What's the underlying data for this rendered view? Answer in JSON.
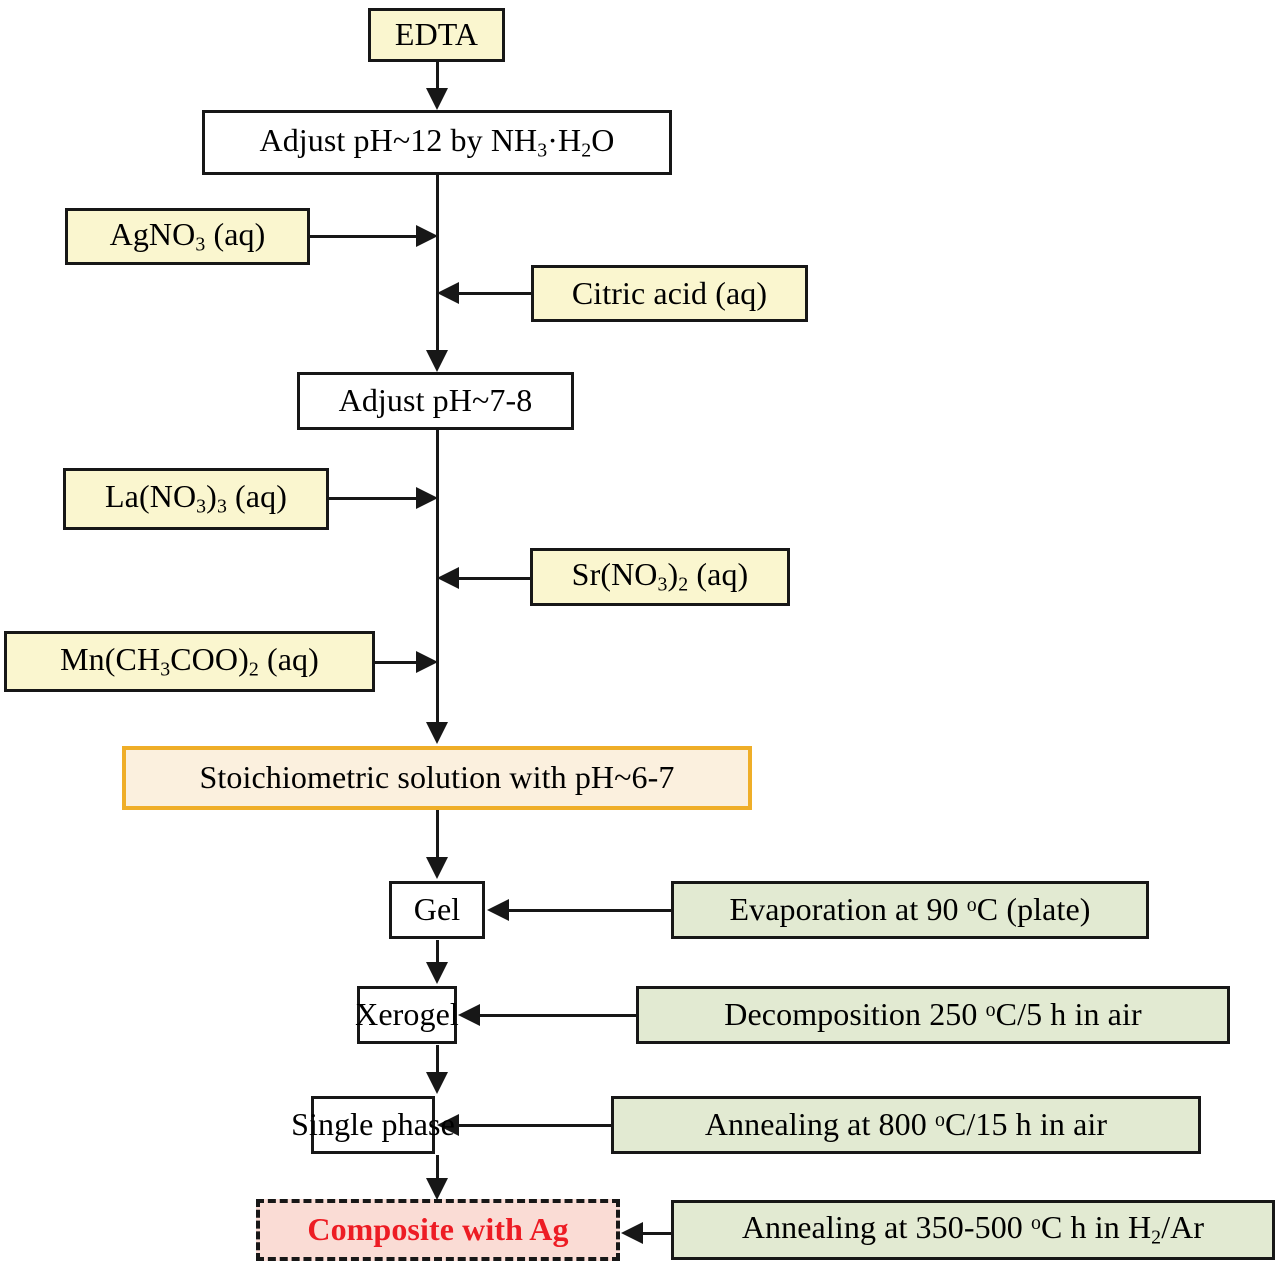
{
  "diagram": {
    "title": "Sol-gel synthesis flowchart for Ag composite",
    "colors": {
      "reagent_fill": "#faf6cf",
      "process_fill": "#ffffff",
      "condition_fill": "#e2ead2",
      "highlight_fill": "#fbf0de",
      "highlight_border": "#efae28",
      "product_fill": "#fadcd5",
      "product_text": "#ed1c24",
      "line": "#171717"
    },
    "nodes": [
      {
        "id": "edta",
        "label": "EDTA",
        "kind": "reagent"
      },
      {
        "id": "ph12",
        "label": "Adjust pH~12 by NH3·H2O",
        "kind": "process"
      },
      {
        "id": "agno3",
        "label": "AgNO3 (aq)",
        "kind": "reagent"
      },
      {
        "id": "citric",
        "label": "Citric acid (aq)",
        "kind": "reagent"
      },
      {
        "id": "ph78",
        "label": "Adjust pH~7-8",
        "kind": "process"
      },
      {
        "id": "lano3",
        "label": "La(NO3)3 (aq)",
        "kind": "reagent"
      },
      {
        "id": "srno3",
        "label": "Sr(NO3)2 (aq)",
        "kind": "reagent"
      },
      {
        "id": "mnac",
        "label": "Mn(CH3COO)2 (aq)",
        "kind": "reagent"
      },
      {
        "id": "stoich",
        "label": "Stoichiometric solution with pH~6-7",
        "kind": "highlight"
      },
      {
        "id": "gel",
        "label": "Gel",
        "kind": "process"
      },
      {
        "id": "evap",
        "label": "Evaporation at 90 oC (plate)",
        "kind": "condition"
      },
      {
        "id": "xerogel",
        "label": "Xerogel",
        "kind": "process"
      },
      {
        "id": "decomp",
        "label": "Decomposition 250 oC/5 h in air",
        "kind": "condition"
      },
      {
        "id": "singlephase",
        "label": "Single phase",
        "kind": "process"
      },
      {
        "id": "anneal800",
        "label": "Annealing at 800 oC/15 h in air",
        "kind": "condition"
      },
      {
        "id": "composite",
        "label": "Composite with Ag",
        "kind": "product"
      },
      {
        "id": "anneal350",
        "label": "Annealing at 350-500 oC h in H2/Ar",
        "kind": "condition"
      }
    ]
  }
}
